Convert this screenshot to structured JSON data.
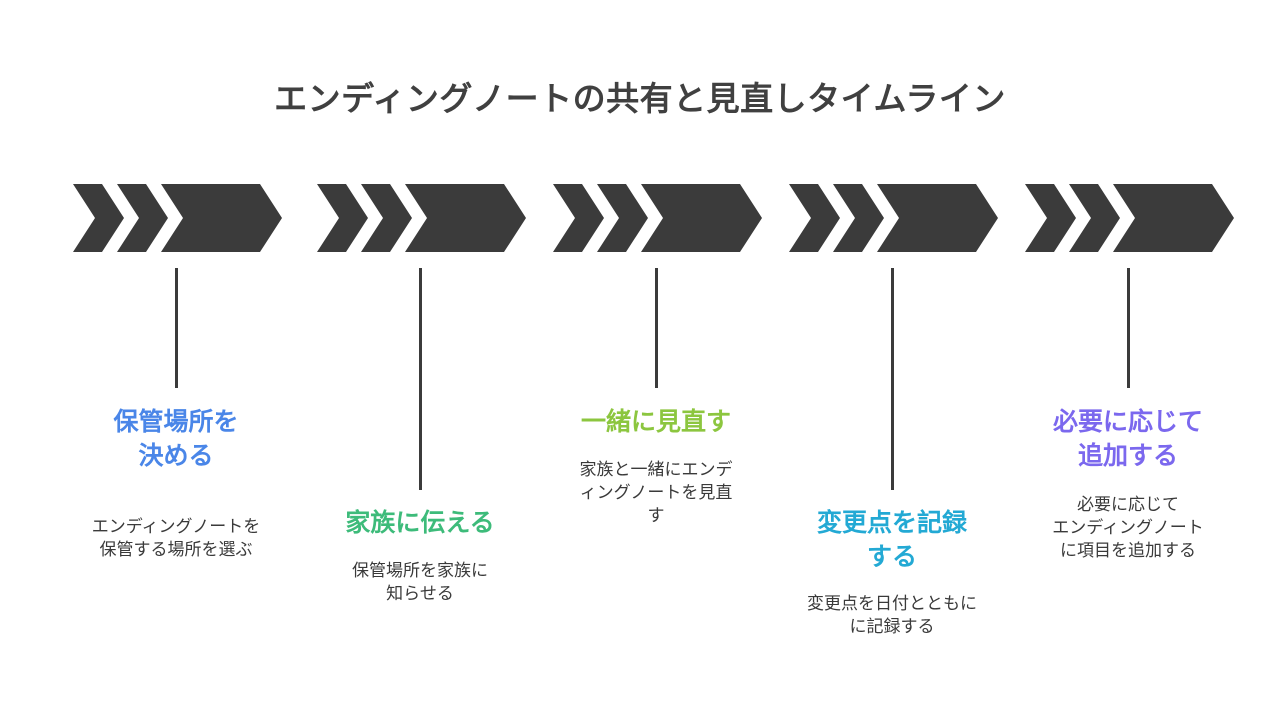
{
  "title": "エンディングノートの共有と見直しタイムライン",
  "colors": {
    "chevron": "#3b3b3b",
    "connector": "#3b3b3b",
    "step_title_colors": [
      "#4a86e8",
      "#3dbb7a",
      "#8cc63f",
      "#23a9d4",
      "#7b68ee"
    ]
  },
  "steps": [
    {
      "title_lines": [
        "保管場所を",
        "決める"
      ],
      "description_lines": [
        "エンディングノートを",
        "保管する場所を選ぶ"
      ]
    },
    {
      "title_lines": [
        "家族に伝える"
      ],
      "description_lines": [
        "保管場所を家族に",
        "知らせる"
      ]
    },
    {
      "title_lines": [
        "一緒に見直す"
      ],
      "description_lines": [
        "家族と一緒にエンデ",
        "ィングノートを見直",
        "す"
      ]
    },
    {
      "title_lines": [
        "変更点を記録",
        "する"
      ],
      "description_lines": [
        "変更点を日付とともに",
        "に記録する"
      ]
    },
    {
      "title_lines": [
        "必要に応じて",
        "追加する"
      ],
      "description_lines": [
        "必要に応じて",
        "エンディングノート",
        "に項目を追加する"
      ]
    }
  ]
}
